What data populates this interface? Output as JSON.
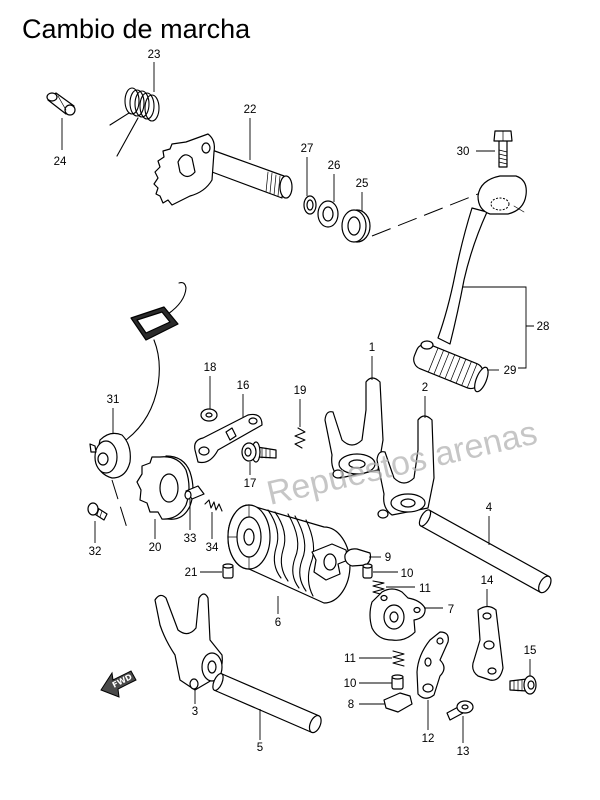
{
  "title": "Cambio de marcha",
  "watermark": "Repuestos arenas",
  "fwd_label": "FWD",
  "part_labels": [
    "23",
    "22",
    "24",
    "27",
    "26",
    "25",
    "30",
    "28",
    "29",
    "1",
    "2",
    "18",
    "16",
    "19",
    "31",
    "17",
    "4",
    "20",
    "33",
    "34",
    "32",
    "9",
    "21",
    "10",
    "11",
    "6",
    "7",
    "14",
    "15",
    "11",
    "10",
    "3",
    "5",
    "8",
    "12",
    "13"
  ]
}
